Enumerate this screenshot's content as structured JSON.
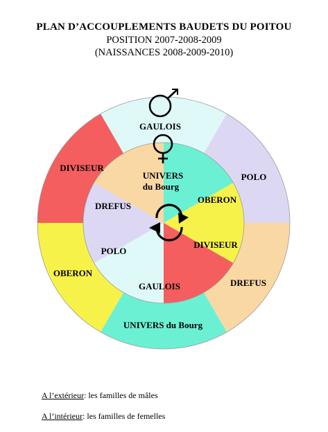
{
  "header": {
    "title": "PLAN D’ACCOUPLEMENTS BAUDETS DU POITOU",
    "line1": "POSITION 2007-2008-2009",
    "line2": "(NAISSANCES 2008-2009-2010)"
  },
  "symbols": {
    "male": "male-symbol",
    "female": "female-symbol",
    "rotation": "rotation-arrows"
  },
  "wheel": {
    "outer": [
      {
        "label": "GAULOIS",
        "color": "#dff8f8"
      },
      {
        "label": "POLO",
        "color": "#dcd8f4"
      },
      {
        "label": "DREFUS",
        "color": "#fad8a4"
      },
      {
        "label": "UNIVERS du Bourg",
        "color": "#6cf0d4"
      },
      {
        "label": "OBERON",
        "color": "#f6f24a"
      },
      {
        "label": "DIVISEUR",
        "color": "#f45e5e"
      }
    ],
    "inner": [
      {
        "label": "UNIVERS du Bourg",
        "line1": "UNIVERS",
        "line2": "du Bourg",
        "color": "#6cf0d4"
      },
      {
        "label": "OBERON",
        "color": "#f6f24a"
      },
      {
        "label": "DIVISEUR",
        "color": "#f45e5e"
      },
      {
        "label": "GAULOIS",
        "color": "#dff8f8"
      },
      {
        "label": "POLO",
        "color": "#dcd8f4"
      },
      {
        "label": "DREFUS",
        "color": "#fad8a4"
      }
    ]
  },
  "legend": {
    "outer_term": "A l’extérieur",
    "outer_text": ": les familles de mâles",
    "inner_term": "A l’intérieur",
    "inner_text": ": les familles de femelles"
  }
}
